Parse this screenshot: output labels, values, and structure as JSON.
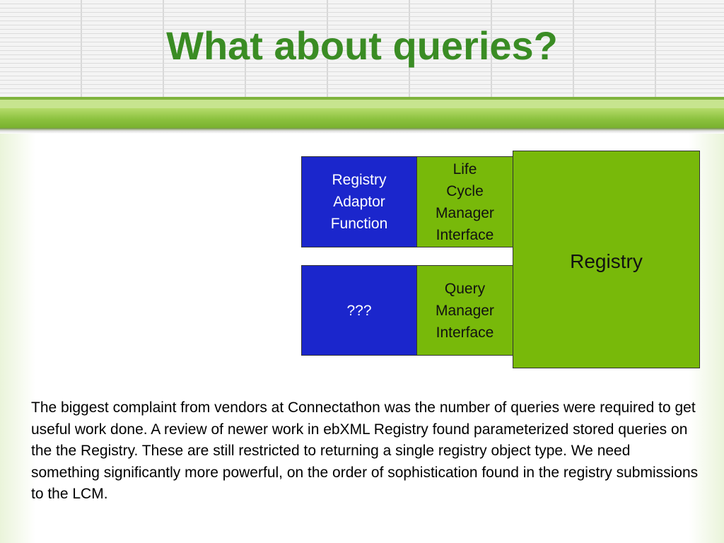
{
  "slide": {
    "title": "What about queries?",
    "diagram": {
      "registry_adaptor": "Registry\nAdaptor\nFunction",
      "life_cycle_manager": "Life\nCycle\nManager\nInterface",
      "unknown_component": "???",
      "query_manager": "Query\nManager\nInterface",
      "registry": "Registry"
    },
    "body": "The biggest complaint from vendors at Connectathon was the number of queries were required to get useful work done.  A review of newer work in ebXML Registry found parameterized stored queries on the the Registry. These are still restricted to returning a single registry object type. We need something significantly more powerful, on the order of sophistication found in the registry submissions to the LCM."
  },
  "colors": {
    "title_green": "#3a8c24",
    "box_blue": "#1b26cc",
    "box_green": "#78b90a"
  }
}
